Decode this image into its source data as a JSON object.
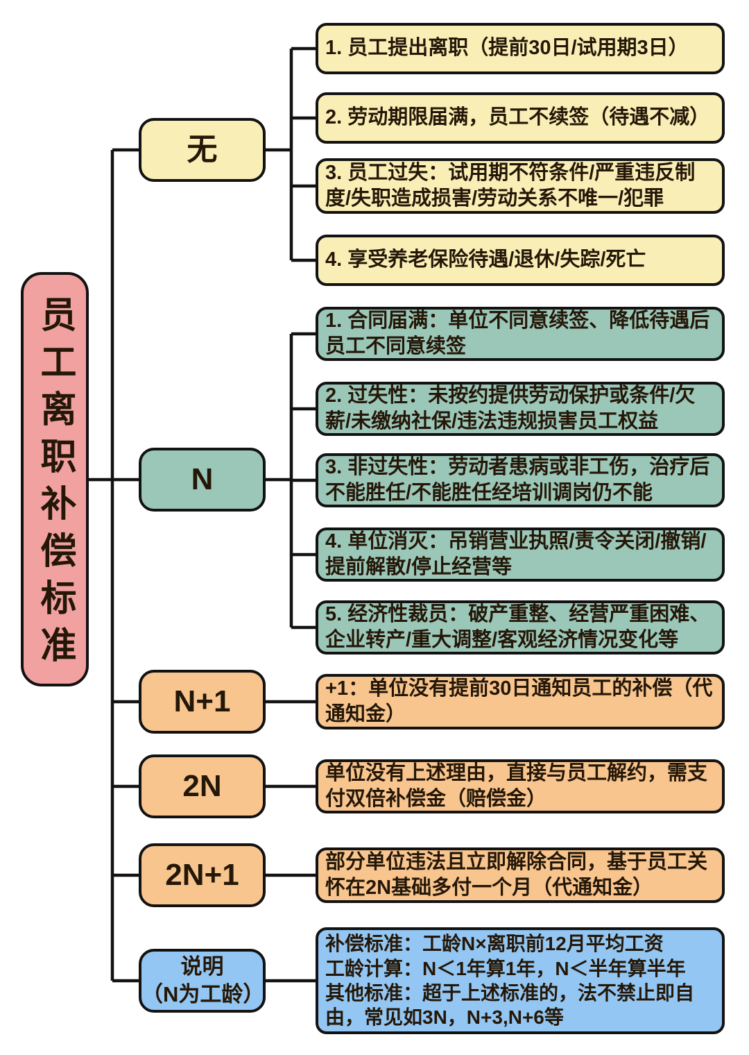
{
  "palette": {
    "root_pink": "#F1A1A0",
    "branch_yellow": "#F9EFB6",
    "branch_green": "#9BC7B9",
    "branch_orange": "#F8C58E",
    "branch_blue": "#93C6F2",
    "line_black": "#121212",
    "background": "#FFFFFF"
  },
  "root": {
    "label": "员工离职补偿标准"
  },
  "branches": {
    "none": {
      "label": "无",
      "items": [
        "1. 员工提出离职（提前30日/试用期3日）",
        "2. 劳动期限届满，员工不续签（待遇不减）",
        "3. 员工过失：试用期不符条件/严重违反制度/失职造成损害/劳动关系不唯一/犯罪",
        "4. 享受养老保险待遇/退休/失踪/死亡"
      ]
    },
    "n": {
      "label": "N",
      "items": [
        "1. 合同届满：单位不同意续签、降低待遇后员工不同意续签",
        "2. 过失性：未按约提供劳动保护或条件/欠薪/未缴纳社保/违法违规损害员工权益",
        "3. 非过失性：劳动者患病或非工伤，治疗后不能胜任/不能胜任经培训调岗仍不能",
        "4. 单位消灭：吊销营业执照/责令关闭/撤销/提前解散/停止经营等",
        "5. 经济性裁员：破产重整、经营严重困难、企业转产/重大调整/客观经济情况变化等"
      ]
    },
    "n_plus_1": {
      "label": "N+1",
      "detail": "+1：单位没有提前30日通知员工的补偿（代通知金）"
    },
    "double_n": {
      "label": "2N",
      "detail": "单位没有上述理由，直接与员工解约，需支付双倍补偿金（赔偿金）"
    },
    "double_n_plus_1": {
      "label": "2N+1",
      "detail": "部分单位违法且立即解除合同，基于员工关怀在2N基础多付一个月（代通知金）"
    },
    "note": {
      "label": "说明",
      "sublabel": "（N为工龄）",
      "lines": [
        "补偿标准：工龄N×离职前12月平均工资",
        "工龄计算：N＜1年算1年，N＜半年算半年",
        "其他标准：超于上述标准的，法不禁止即自由，常见如3N，N+3,N+6等"
      ]
    }
  }
}
